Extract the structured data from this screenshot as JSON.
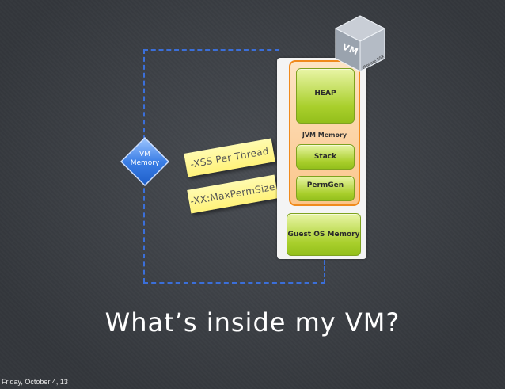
{
  "diagram": {
    "vm_memory_label_line1": "VM",
    "vm_memory_label_line2": "Memory",
    "notes": {
      "xss": "-XSS Per Thread",
      "maxperm": "-XX:MaxPermSize"
    },
    "jvm_memory_label": "JVM Memory",
    "heap_label": "HEAP",
    "stack_label": "Stack",
    "permgen_label": "PermGen",
    "guest_os_label": "Guest OS Memory",
    "vm_cube_label": "VM",
    "vm_cube_sublabel": "VMware ESX",
    "colors": {
      "dashed_line": "#3b6fd9",
      "jvm_border": "#f08a1c",
      "box_green": "#a9cf2c",
      "note_yellow": "#fff27a"
    }
  },
  "slide": {
    "title": "What’s inside my VM?",
    "footer_date": "Friday, October 4, 13"
  }
}
